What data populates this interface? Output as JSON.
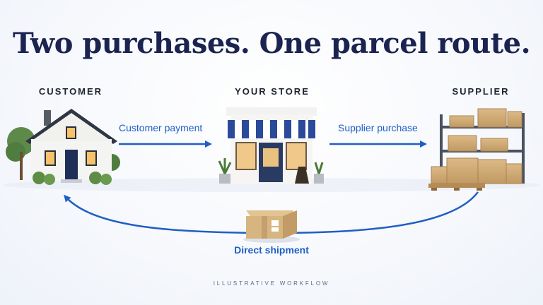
{
  "title": "Two purchases. One parcel route.",
  "nodes": {
    "customer": "CUSTOMER",
    "store": "YOUR STORE",
    "supplier": "SUPPLIER"
  },
  "flows": {
    "payment": "Customer payment",
    "supplier_purchase": "Supplier purchase",
    "shipment": "Direct shipment"
  },
  "footer": "ILLUSTRATIVE WORKFLOW",
  "colors": {
    "title": "#1b2350",
    "arrow": "#1f5fc4",
    "awning_blue": "#2b4a9a"
  },
  "icons": [
    "house-icon",
    "storefront-icon",
    "warehouse-shelf-icon",
    "parcel-box-icon"
  ]
}
